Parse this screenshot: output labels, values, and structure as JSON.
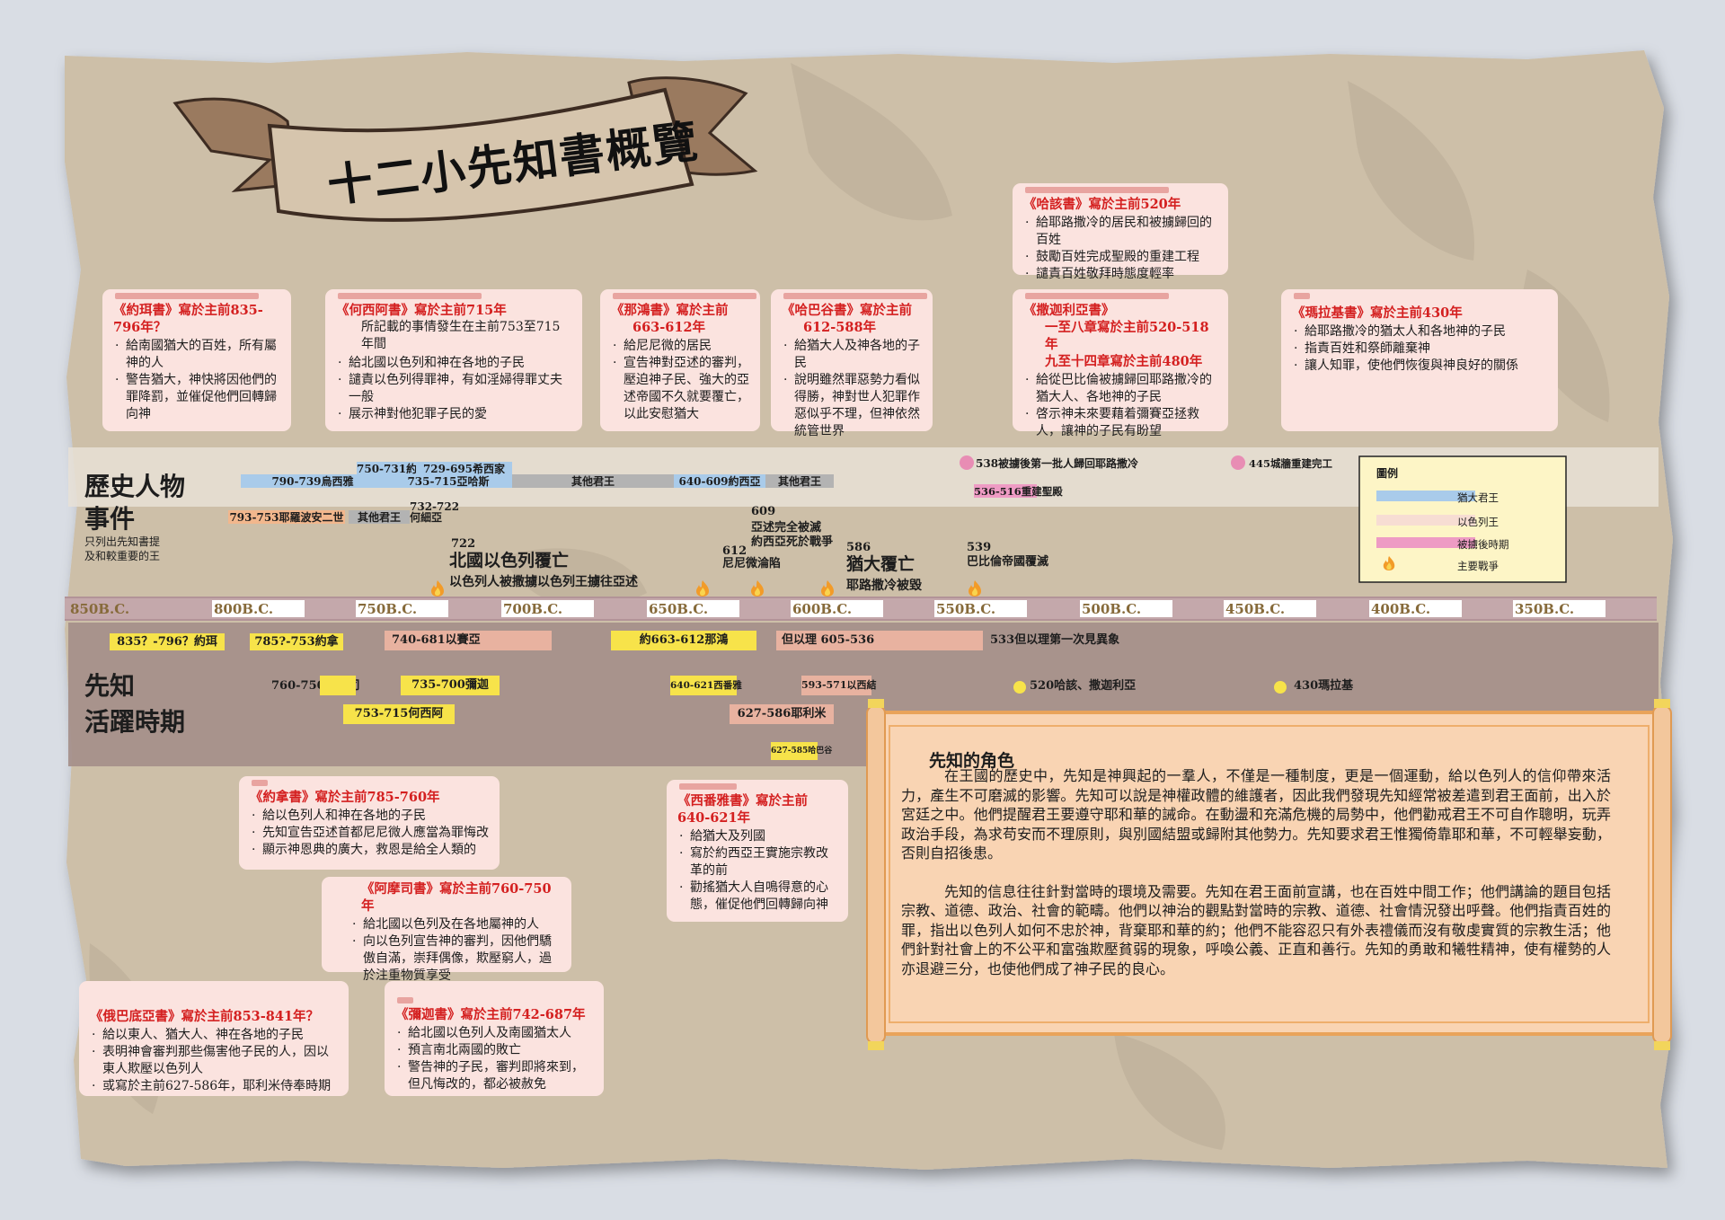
{
  "title": "十二小先知書概覽",
  "cards_top": [
    {
      "id": "joel",
      "title": "《約珥書》寫於主前835-796年？",
      "items": [
        "給南國猶大的百姓，所有屬神的人",
        "警告猶大，神快將因他們的罪降罰，並催促他們回轉歸向神"
      ]
    },
    {
      "id": "hosea",
      "title": "《何西阿書》寫於主前715年",
      "intro": "所記載的事情發生在主前753至715年間",
      "items": [
        "給北國以色列和神在各地的子民",
        "譴責以色列得罪神，有如淫婦得罪丈夫一般",
        "展示神對他犯罪子民的愛"
      ]
    },
    {
      "id": "nahum",
      "title": "《那鴻書》寫於主前",
      "title2": "663-612年",
      "items": [
        "給尼尼微的居民",
        "宣告神對亞述的審判，壓迫神子民、強大的亞述帝國不久就要覆亡，以此安慰猶大"
      ]
    },
    {
      "id": "habakkuk",
      "title": "《哈巴谷書》寫於主前",
      "title2": "612-588年",
      "items": [
        "給猶大人及神各地的子民",
        "說明雖然罪惡勢力看似得勝，神對世人犯罪作惡似乎不理，但神依然統管世界"
      ]
    },
    {
      "id": "haggai",
      "title": "《哈該書》寫於主前520年",
      "items": [
        "給耶路撒冷的居民和被擄歸回的百姓",
        "鼓勵百姓完成聖殿的重建工程",
        "譴責百姓敬拜時態度輕率"
      ]
    },
    {
      "id": "zechariah",
      "title": "《撒迦利亞書》",
      "title_lines": [
        "一至八章寫於主前520-518年",
        "九至十四章寫於主前480年"
      ],
      "items": [
        "給從巴比倫被擄歸回耶路撒冷的猶大人、各地神的子民",
        "啓示神未來要藉着彌賽亞拯救人，讓神的子民有盼望"
      ]
    },
    {
      "id": "malachi",
      "title": "《瑪拉基書》寫於主前430年",
      "items": [
        "給耶路撒冷的猶太人和各地神的子民",
        "指責百姓和祭師離棄神",
        "讓人知罪，使他們恢復與神良好的關係"
      ]
    }
  ],
  "cards_bottom": [
    {
      "id": "jonah",
      "title": "《約拿書》寫於主前785-760年",
      "items": [
        "給以色列人和神在各地的子民",
        "先知宣告亞述首都尼尼微人應當為罪悔改",
        "顯示神恩典的廣大，救恩是給全人類的"
      ]
    },
    {
      "id": "amos",
      "title": "《阿摩司書》寫於主前760-750年",
      "items": [
        "給北國以色列及在各地屬神的人",
        "向以色列宣告神的審判，因他們驕傲自滿，崇拜偶像，欺壓窮人，過於注重物質享受"
      ]
    },
    {
      "id": "obadiah",
      "title": "《俄巴底亞書》寫於主前853-841年？",
      "items": [
        "給以東人、猶大人、神在各地的子民",
        "表明神會審判那些傷害他子民的人，因以東人欺壓以色列人",
        "或寫於主前627-586年，耶利米侍奉時期"
      ]
    },
    {
      "id": "micah",
      "title": "《彌迦書》寫於主前742-687年",
      "items": [
        "給北國以色列人及南國猶太人",
        "預言南北兩國的敗亡",
        "警告神的子民，審判即將來到，但凡悔改的，都必被赦免"
      ]
    },
    {
      "id": "zephaniah",
      "title": "《西番雅書》寫於主前640-621年",
      "items": [
        "給猶大及列國",
        "寫於約西亞王實施宗教改革的前",
        "勸搖猶大人自鳴得意的心態，催促他們回轉歸向神"
      ]
    }
  ],
  "history": {
    "heading1": "歷史人物",
    "heading2": "事件",
    "note1": "只列出先知書提",
    "note2": "及和較重要的王",
    "kings": [
      {
        "label": "750-731約坦"
      },
      {
        "label": "729-695希西家"
      },
      {
        "label": "790-739烏西雅"
      },
      {
        "label": "735-715亞哈斯"
      },
      {
        "label": "其他君王"
      },
      {
        "label": "640-609約西亞"
      },
      {
        "label": "其他君王"
      },
      {
        "label": "793-753耶羅波安二世"
      },
      {
        "label": "其他君王"
      },
      {
        "label": "732-722"
      },
      {
        "label": "何細亞"
      }
    ],
    "events": [
      {
        "year": "722",
        "title": "北國以色列覆亡",
        "desc": "以色列人被撒擄以色列王擄往亞述"
      },
      {
        "year": "612",
        "title": "尼尼微淪陷"
      },
      {
        "year": "609",
        "desc1": "亞述完全被滅",
        "desc2": "約西亞死於戰爭"
      },
      {
        "year": "586",
        "title": "猶大覆亡",
        "desc": "耶路撒冷被毀"
      },
      {
        "year": "539",
        "title": "巴比倫帝國覆滅"
      },
      {
        "label": "538被擄後第一批人歸回耶路撒冷"
      },
      {
        "label": "536-516重建聖殿"
      },
      {
        "label": "445城牆重建完工"
      }
    ]
  },
  "axis": {
    "ticks": [
      "850B.C.",
      "800B.C.",
      "750B.C.",
      "700B.C.",
      "650B.C.",
      "600B.C.",
      "550B.C.",
      "500B.C.",
      "450B.C.",
      "400B.C.",
      "350B.C."
    ]
  },
  "prophets": {
    "heading1": "先知",
    "heading2": "活躍時期",
    "items": [
      {
        "label": "835？-796？約珥"
      },
      {
        "label": "785?-753約拿"
      },
      {
        "label": "740-681以賽亞"
      },
      {
        "label": "約663-612那鴻"
      },
      {
        "label": "但以理 605-536"
      },
      {
        "label": "533但以理第一次見異象"
      },
      {
        "label": "760-750阿摩司"
      },
      {
        "label": "735-700彌迦"
      },
      {
        "label": "640-621西番雅"
      },
      {
        "label": "593-571以西結"
      },
      {
        "label": "520哈該、撒迦利亞"
      },
      {
        "label": "430瑪拉基"
      },
      {
        "label": "753-715何西阿"
      },
      {
        "label": "627-586耶利米"
      },
      {
        "label": "627-585哈巴谷"
      }
    ]
  },
  "legend": {
    "title": "圖例",
    "rows": [
      {
        "label": "猶大君王",
        "color": "#a9cbea"
      },
      {
        "label": "以色列王",
        "color": "#f7ddd3"
      },
      {
        "label": "被擄後時期",
        "color": "#ee9bc4"
      },
      {
        "label": "主要戰爭",
        "icon": "fire-icon"
      }
    ]
  },
  "scroll": {
    "title": "先知的角色",
    "paragraphs": [
      "在王國的歷史中，先知是神興起的一羣人，不僅是一種制度，更是一個運動，給以色列人的信仰帶來活力，產生不可磨滅的影響。先知可以說是神權政體的維護者，因此我們發現先知經常被差遣到君王面前，出入於宮廷之中。他們提醒君王要遵守耶和華的誡命。在動盪和充滿危機的局勢中，他們勸戒君王不可自作聰明，玩弄政治手段，為求苟安而不理原則，與別國結盟或歸附其他勢力。先知要求君王惟獨倚靠耶和華，不可輕舉妄動，否則自招後患。",
      "先知的信息往往針對當時的環境及需要。先知在君王面前宣講，也在百姓中間工作；他們講論的題目包括宗教、道德、政治、社會的範疇。他們以神治的觀點對當時的宗教、道德、社會情況發出呼聲。他們指責百姓的罪，指出以色列人如何不忠於神，背棄耶和華的約；他們不能容忍只有外表禮儀而沒有敬虔實質的宗教生活；他們針對社會上的不公平和富強欺壓貧弱的現象，呼喚公義、正直和善行。先知的勇敢和犧牲精神，使有權勢的人亦退避三分，也使他們成了神子民的良心。"
    ]
  },
  "colors": {
    "accent_red": "#d42020",
    "card_bg": "#fbe3df",
    "parchment": "#cbbfa9",
    "band": "#a48e88",
    "axis": "#b08f93"
  }
}
